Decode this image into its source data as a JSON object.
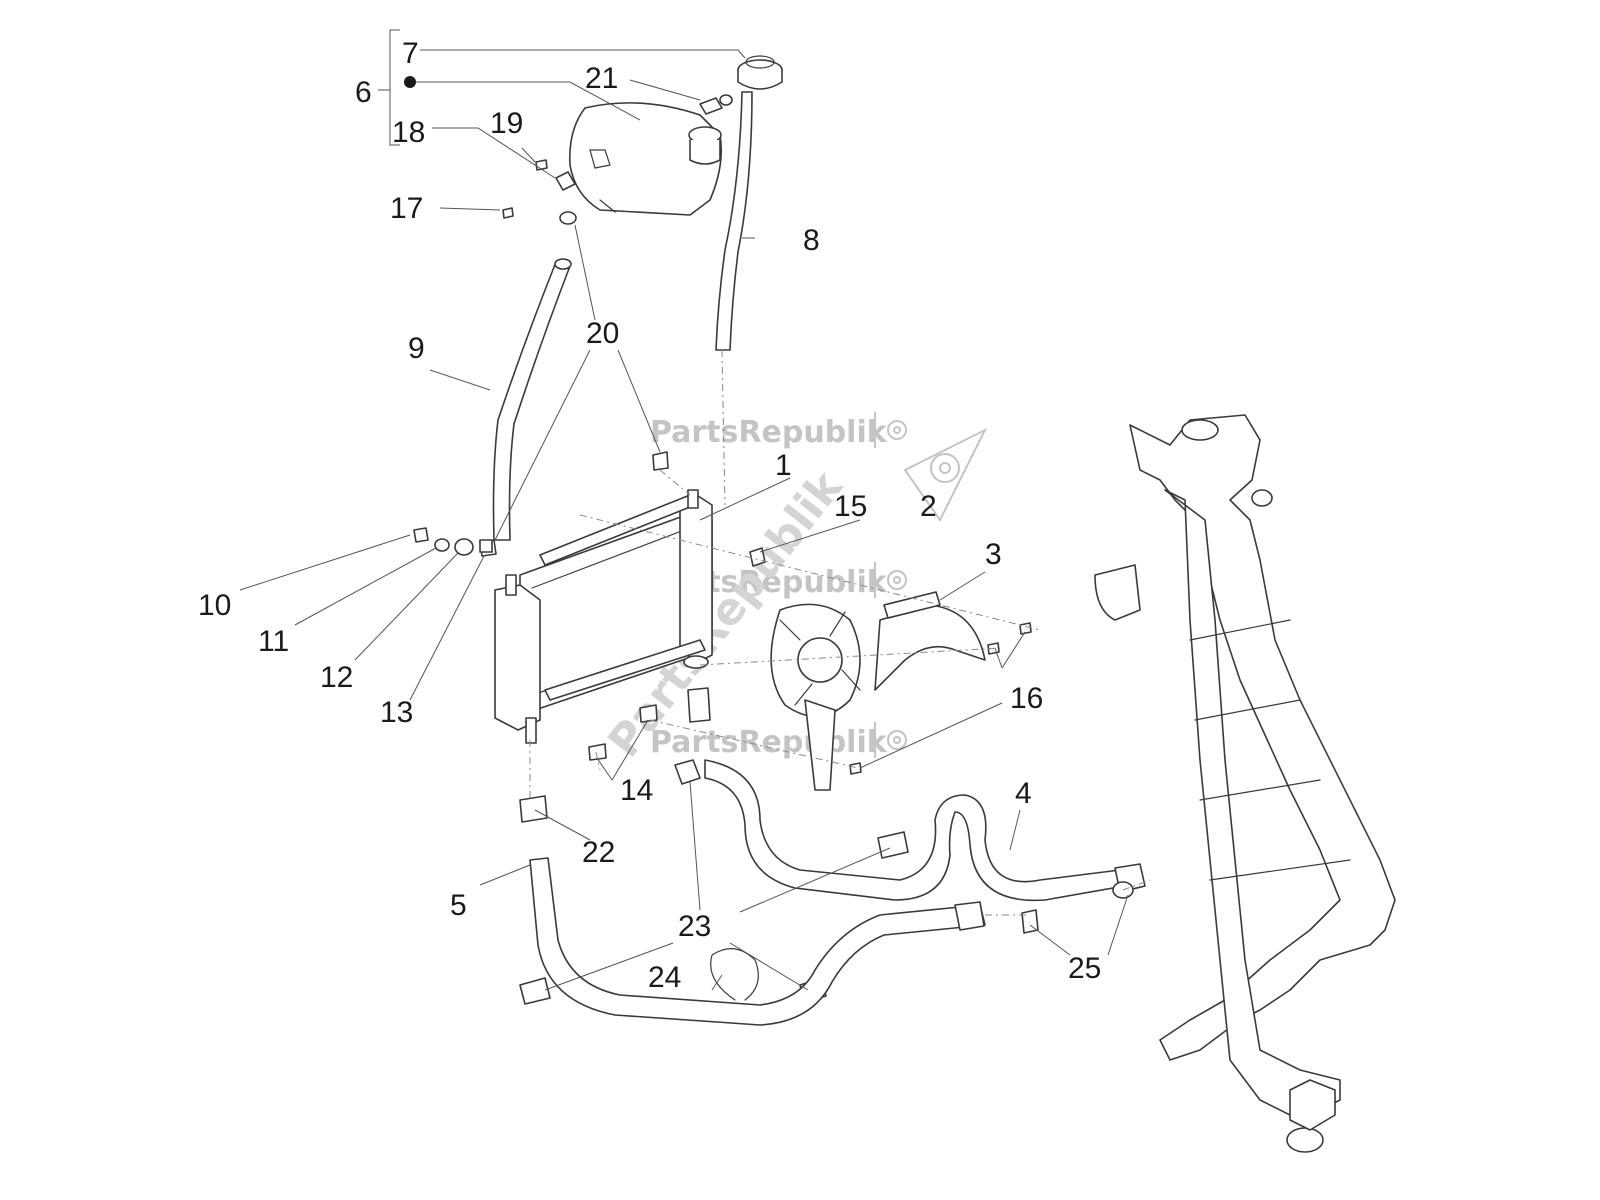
{
  "watermark": {
    "text": "PartsRepublik",
    "color": "#c4c4c4"
  },
  "callouts": {
    "c1": "1",
    "c2": "2",
    "c3": "3",
    "c4": "4",
    "c5": "5",
    "c6": "6",
    "c7": "7",
    "c8": "8",
    "c9": "9",
    "c10": "10",
    "c11": "11",
    "c12": "12",
    "c13": "13",
    "c14": "14",
    "c15": "15",
    "c16": "16",
    "c17": "17",
    "c18": "18",
    "c19": "19",
    "c20": "20",
    "c21": "21",
    "c22": "22",
    "c23": "23",
    "c24": "24",
    "c25": "25"
  },
  "colors": {
    "line": "#3a3a3a",
    "background": "#ffffff"
  }
}
